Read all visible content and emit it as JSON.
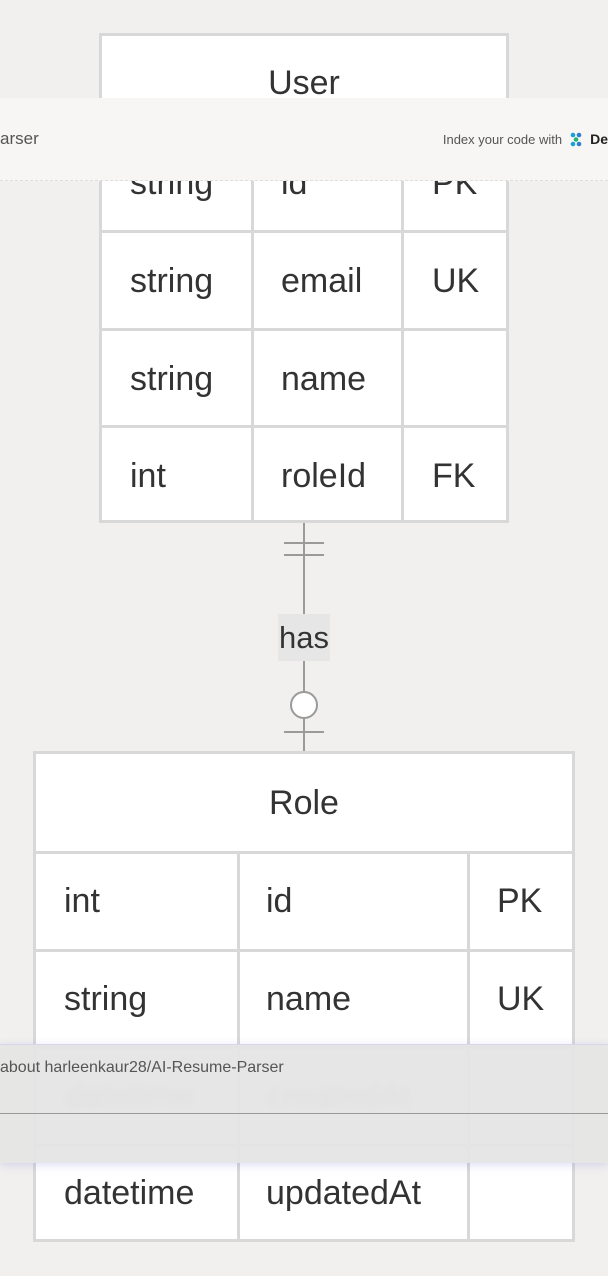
{
  "banner": {
    "left_text": "arser",
    "index_text": "Index your code with",
    "brand": "De",
    "brand_icon": "deepwiki-logo-icon"
  },
  "user_entity": {
    "title": "User",
    "rows": [
      {
        "type": "string",
        "name": "id",
        "key": "PK"
      },
      {
        "type": "string",
        "name": "email",
        "key": "UK"
      },
      {
        "type": "string",
        "name": "name",
        "key": ""
      },
      {
        "type": "int",
        "name": "roleId",
        "key": "FK"
      }
    ]
  },
  "relationship": {
    "label": "has"
  },
  "role_entity": {
    "title": "Role",
    "rows": [
      {
        "type": "int",
        "name": "id",
        "key": "PK"
      },
      {
        "type": "string",
        "name": "name",
        "key": "UK"
      },
      {
        "type": "datetime",
        "name": "createdAt",
        "key": ""
      },
      {
        "type": "datetime",
        "name": "updatedAt",
        "key": ""
      }
    ]
  },
  "ask_bar": {
    "text": "about harleenkaur28/AI-Resume-Parser"
  },
  "colors": {
    "background": "#f1f0ee",
    "entity_fill": "#ffffff",
    "entity_border": "#d8d8d8",
    "connector": "#9a9a9a",
    "label_bg": "#e6e6e6",
    "brand_accent": "#1aa0d8"
  }
}
